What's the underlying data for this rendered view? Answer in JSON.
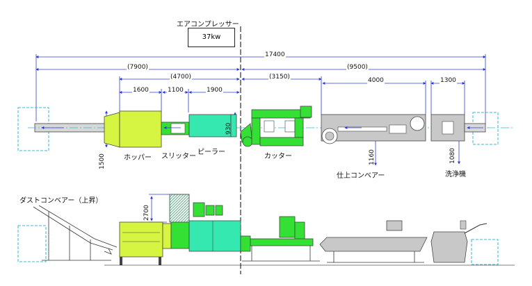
{
  "air_compressor": {
    "title": "エアコンプレッサー",
    "power": "37kw"
  },
  "dimensions": {
    "total": "17400",
    "left_total": "(7900)",
    "right_total": "(9500)",
    "left_sub": "(4700)",
    "right_sub": "(3150)",
    "hopper_len": "1600",
    "slitter_len": "1100",
    "peeler_len": "1900",
    "conveyor_len": "4000",
    "washer_len": "1300",
    "peeler_height": "930",
    "hopper_height": "1500",
    "conveyor_height": "1160",
    "washer_height": "1080",
    "elevation_height": "2700"
  },
  "labels": {
    "hopper": "ホッパー",
    "slitter": "スリッター",
    "peeler": "ピーラー",
    "cutter": "カッター",
    "finish_conveyor": "仕上コンベアー",
    "washer": "洗浄機",
    "dust_conveyor": "ダストコンベアー（上昇）"
  },
  "colors": {
    "machine_green": "#33e033",
    "peeler_cyan": "#35e8b0",
    "hopper_yellow": "#d6f542",
    "conveyor_gray": "#c8c8c8",
    "dim_blue": "#2a3bd6",
    "flow_cyan": "#33b8d8"
  }
}
